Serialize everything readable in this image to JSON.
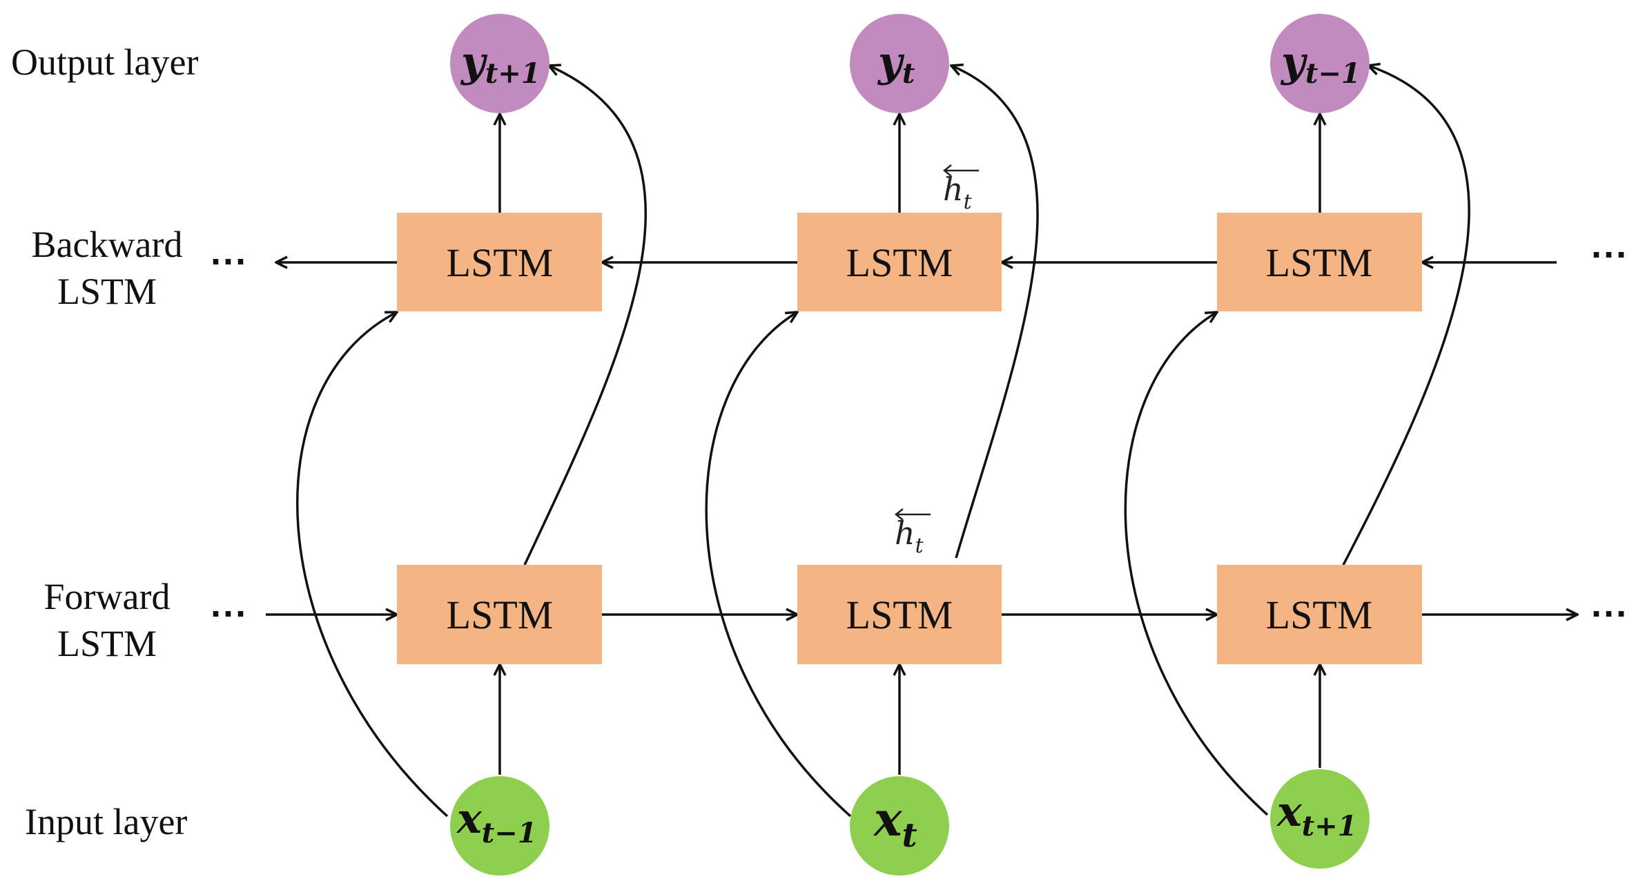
{
  "labels": {
    "output_layer": "Output layer",
    "backward_line1": "Backward",
    "backward_line2": "LSTM",
    "forward_line1": "Forward",
    "forward_line2": "LSTM",
    "input_layer": "Input layer"
  },
  "ellipsis": "···",
  "box_label": "LSTM",
  "outputs": [
    {
      "main": "y",
      "sub": "t+1"
    },
    {
      "main": "y",
      "sub": "t"
    },
    {
      "main": "y",
      "sub": "t−1"
    }
  ],
  "inputs": [
    {
      "main": "x",
      "sub": "t−1"
    },
    {
      "main": "x",
      "sub": "t"
    },
    {
      "main": "x",
      "sub": "t+1"
    }
  ],
  "hidden_state_labels": [
    {
      "main": "h",
      "sub": "t"
    },
    {
      "main": "h",
      "sub": "t"
    }
  ],
  "colors": {
    "lstm_box": "#f5b483",
    "output_node": "#c18bbf",
    "input_node": "#8fcf4f"
  }
}
